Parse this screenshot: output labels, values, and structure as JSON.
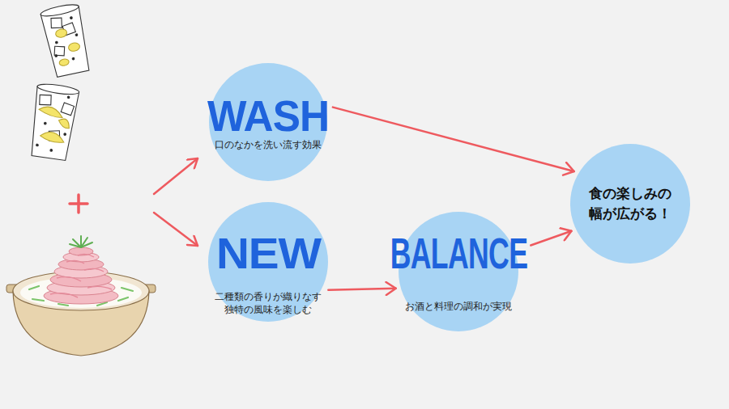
{
  "diagram": {
    "nodes": [
      {
        "text": [
          "WASH",
          "口のなかを洗い流す効果"
        ]
      },
      {
        "text": [
          "NEW",
          "二種類の香りが織りなす 独特の風味を楽しむ"
        ]
      },
      {
        "text": [
          "BALANCE",
          "お酒と料理の調和が実現"
        ]
      },
      {
        "text": [
          "食の楽しみの 幅が広がる！"
        ]
      }
    ],
    "edges": [
      {
        "from": 0,
        "to": 3,
        "arrow": "to"
      },
      {
        "from": 1,
        "to": 2,
        "arrow": "to"
      },
      {
        "from": 2,
        "to": 3,
        "arrow": "to"
      }
    ]
  }
}
